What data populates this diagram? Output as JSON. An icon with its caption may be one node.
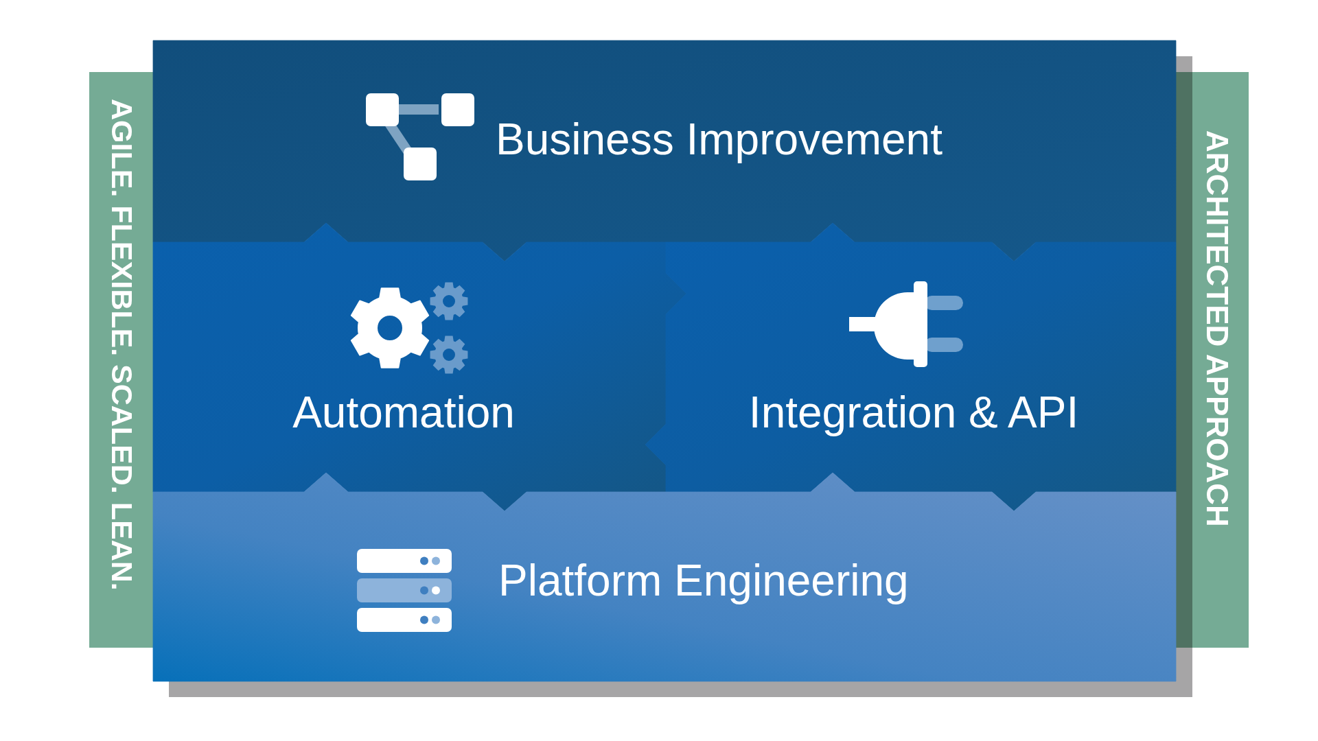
{
  "diagram": {
    "nodes": [
      {
        "text": [
          "AGILE. FLEXIBLE. SCALED. LEAN."
        ]
      },
      {
        "text": [
          "Business Improvement"
        ]
      },
      {
        "text": [
          "Automation"
        ]
      },
      {
        "text": [
          "Integration & API"
        ]
      },
      {
        "text": [
          "Platform Engineering"
        ]
      },
      {
        "text": [
          "ARCHITECTED APPROACH"
        ]
      }
    ]
  }
}
